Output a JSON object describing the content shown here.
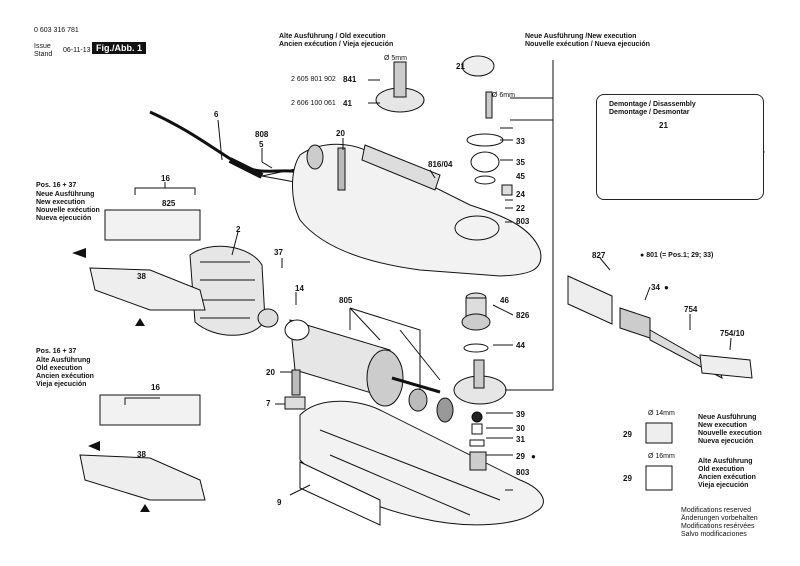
{
  "header": {
    "part_number": "0 603 316 781",
    "issue_label": "Issue",
    "stand_label": "Stand",
    "date": "06-11-13",
    "figure_label": "Fig./Abb. 1"
  },
  "old_exec_top": {
    "line1": "Alte Ausführung / Old execution",
    "line2": "Ancien exécution / Vieja ejecución",
    "part_a": "2 605 801 902",
    "part_b": "2 606 100 061",
    "dia": "Ø 5mm"
  },
  "new_exec_top": {
    "line1": "Neue Ausführung /New execution",
    "line2": "Nouvelle exécution / Nueva ejecución",
    "dia": "Ø 6mm"
  },
  "pos_new": {
    "title": "Pos. 16 + 37",
    "l1": "Neue Ausführung",
    "l2": "New execution",
    "l3": "Nouvelle exécution",
    "l4": "Nueva ejecución"
  },
  "pos_old": {
    "title": "Pos. 16 + 37",
    "l1": "Alte Ausführung",
    "l2": "Old execution",
    "l3": "Ancien exécution",
    "l4": "Vieja ejecución"
  },
  "inset": {
    "title1": "Demontage / Disassembly",
    "title2": "Demontage / Desmontar",
    "num": "21"
  },
  "note_801": "801 (= Pos.1; 29; 33)",
  "legend_new": {
    "dia": "Ø 14mm",
    "l1": "Neue Ausführung",
    "l2": "New execution",
    "l3": "Nouvelle execution",
    "l4": "Nueva ejecución"
  },
  "legend_old": {
    "dia": "Ø 16mm",
    "l1": "Alte Ausführung",
    "l2": "Old execution",
    "l3": "Ancien exécution",
    "l4": "Vieja ejecución"
  },
  "footer": {
    "l1": "Modifications reserved",
    "l2": "Änderungen vorbehalten",
    "l3": "Modifications resérvées",
    "l4": "Salvo modificaciones"
  },
  "parts": [
    "2",
    "5",
    "6",
    "7",
    "9",
    "14",
    "16",
    "20",
    "21",
    "22",
    "24",
    "29",
    "30",
    "31",
    "33",
    "34",
    "35",
    "37",
    "38",
    "39",
    "41",
    "44",
    "45",
    "46",
    "754",
    "754/10",
    "801",
    "803",
    "805",
    "808",
    "816/04",
    "825",
    "826",
    "827",
    "841"
  ]
}
